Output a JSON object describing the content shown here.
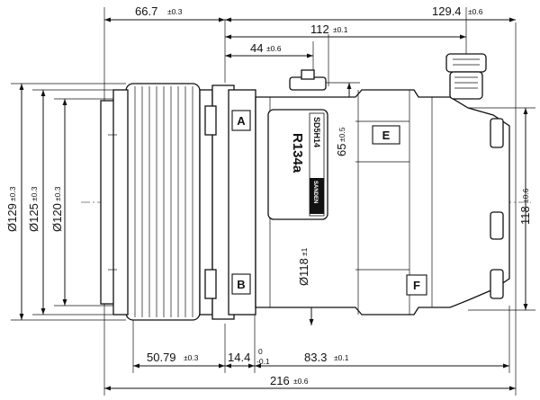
{
  "dimensions": {
    "overall_length": "216",
    "overall_length_tol": "±0.6",
    "top_right": "129.4",
    "top_right_tol": "±0.6",
    "top_left": "66.7",
    "top_left_tol": "±0.3",
    "mid_112": "112",
    "mid_112_tol": "±0.1",
    "mid_44": "44",
    "mid_44_tol": "±0.6",
    "height_65": "65",
    "height_65_tol": "±0.5",
    "height_118_right": "118",
    "height_118_right_tol": "±0.6",
    "dia_129": "Ø129",
    "dia_129_tol": "±0.3",
    "dia_125": "Ø125",
    "dia_125_tol": "±0.3",
    "dia_120": "Ø120",
    "dia_120_tol": "±0.3",
    "dia_118": "Ø118",
    "dia_118_tol": "±1",
    "bottom_50": "50.79",
    "bottom_50_tol": "±0.3",
    "bottom_14": "14.4",
    "bottom_14_tol_upper": "0",
    "bottom_14_tol_lower": "-0.1",
    "bottom_83": "83.3",
    "bottom_83_tol": "±0.1"
  },
  "labels": {
    "A": "A",
    "B": "B",
    "E": "E",
    "F": "F"
  },
  "nameplate": {
    "model": "SD5H14",
    "refrigerant": "R134a",
    "brand": "SANDEN"
  }
}
